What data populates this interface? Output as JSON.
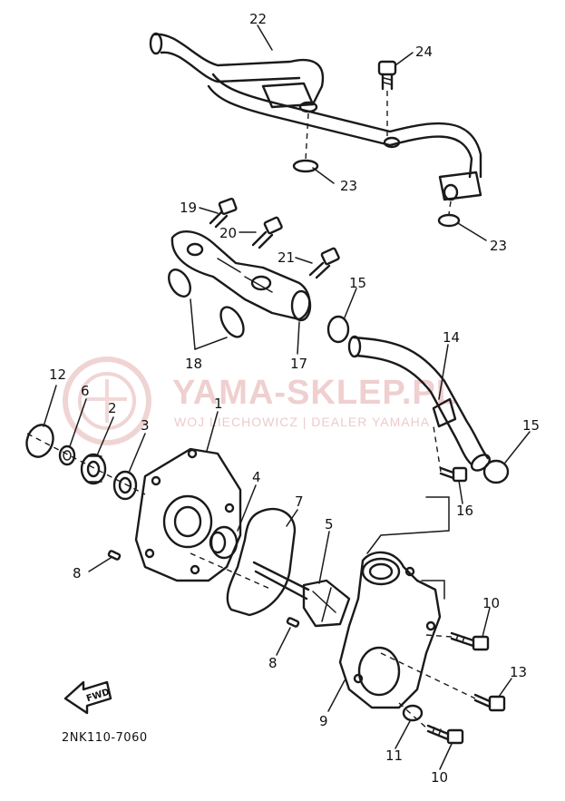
{
  "diagram": {
    "catalog_code": "2NK110-7060",
    "fwd_label": "FWD",
    "callouts": [
      {
        "id": "1",
        "text": "1"
      },
      {
        "id": "2",
        "text": "2"
      },
      {
        "id": "3",
        "text": "3"
      },
      {
        "id": "4",
        "text": "4"
      },
      {
        "id": "5",
        "text": "5"
      },
      {
        "id": "6",
        "text": "6"
      },
      {
        "id": "7",
        "text": "7"
      },
      {
        "id": "8a",
        "text": "8"
      },
      {
        "id": "8b",
        "text": "8"
      },
      {
        "id": "9",
        "text": "9"
      },
      {
        "id": "10a",
        "text": "10"
      },
      {
        "id": "10b",
        "text": "10"
      },
      {
        "id": "11",
        "text": "11"
      },
      {
        "id": "12",
        "text": "12"
      },
      {
        "id": "13",
        "text": "13"
      },
      {
        "id": "14",
        "text": "14"
      },
      {
        "id": "15a",
        "text": "15"
      },
      {
        "id": "15b",
        "text": "15"
      },
      {
        "id": "16",
        "text": "16"
      },
      {
        "id": "17",
        "text": "17"
      },
      {
        "id": "18",
        "text": "18"
      },
      {
        "id": "19",
        "text": "19"
      },
      {
        "id": "20",
        "text": "20"
      },
      {
        "id": "21",
        "text": "21"
      },
      {
        "id": "22",
        "text": "22"
      },
      {
        "id": "23a",
        "text": "23"
      },
      {
        "id": "23b",
        "text": "23"
      },
      {
        "id": "24",
        "text": "24"
      }
    ]
  },
  "watermark": {
    "title": "YAMA-SKLEP.PL",
    "subtitle": "WOJ LIECHOWICZ | DEALER YAMAHA",
    "color": "#e2a9a9"
  }
}
